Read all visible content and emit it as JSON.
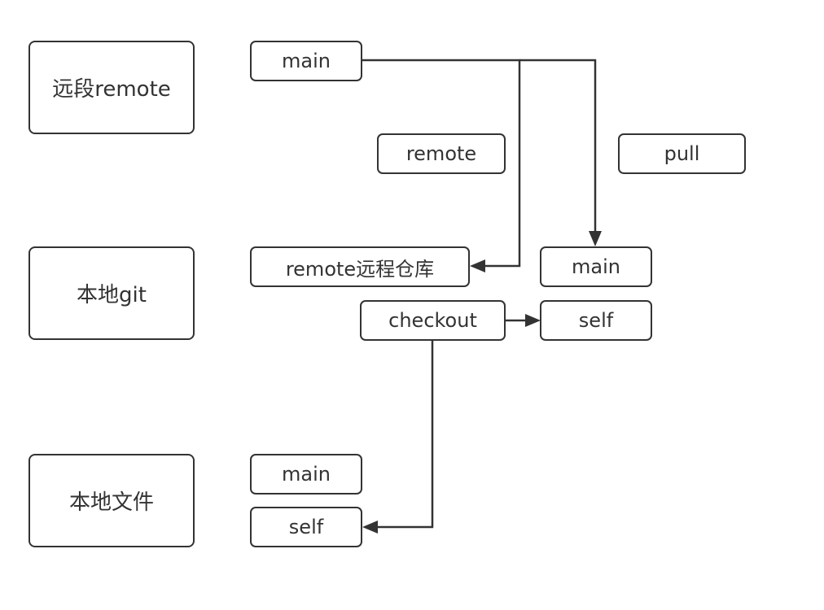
{
  "layers": {
    "remote": "远段remote",
    "local_git": "本地git",
    "local_files": "本地文件"
  },
  "nodes": {
    "remote_main": "main",
    "remote_label": "remote",
    "pull_label": "pull",
    "remote_repo": "remote远程仓库",
    "local_main": "main",
    "checkout": "checkout",
    "local_self": "self",
    "file_main": "main",
    "file_self": "self"
  },
  "colors": {
    "stroke": "#333333",
    "text": "#333333",
    "background": "#ffffff"
  }
}
